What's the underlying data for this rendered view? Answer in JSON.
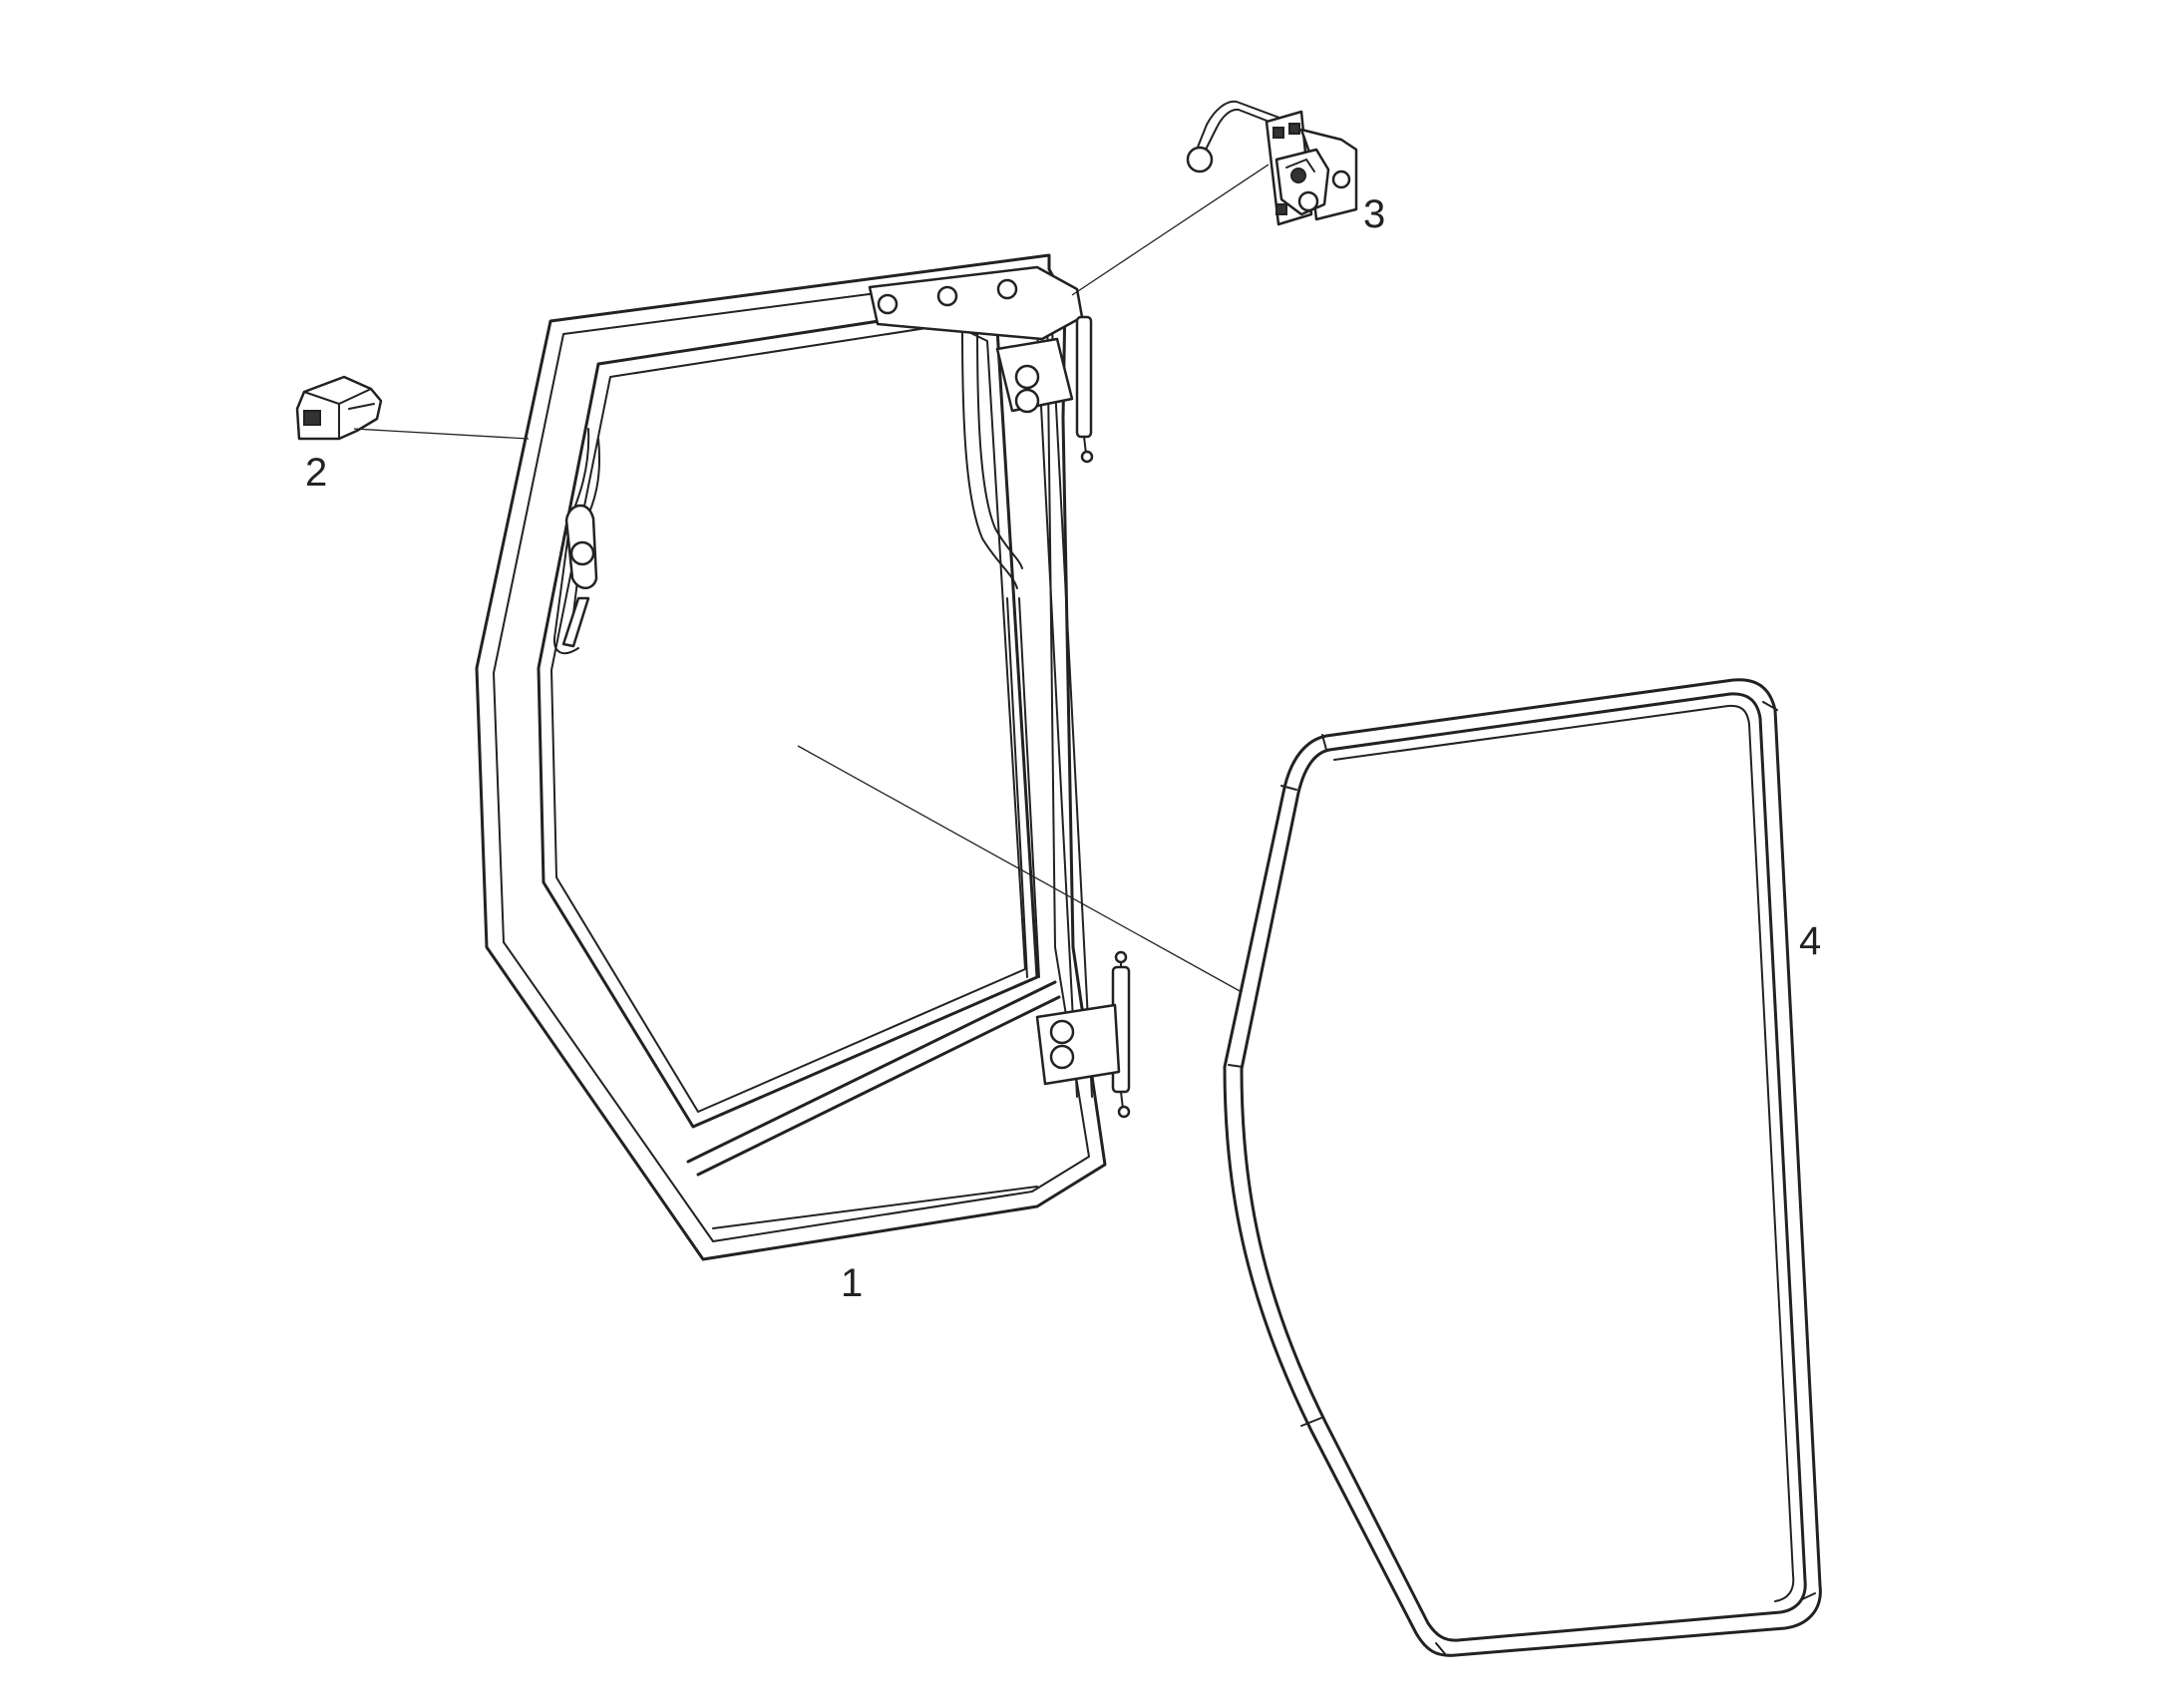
{
  "callouts": [
    {
      "id": "1",
      "label": "1"
    },
    {
      "id": "2",
      "label": "2"
    },
    {
      "id": "3",
      "label": "3"
    },
    {
      "id": "4",
      "label": "4"
    }
  ],
  "colors": {
    "line": "#222222",
    "background": "#ffffff"
  }
}
